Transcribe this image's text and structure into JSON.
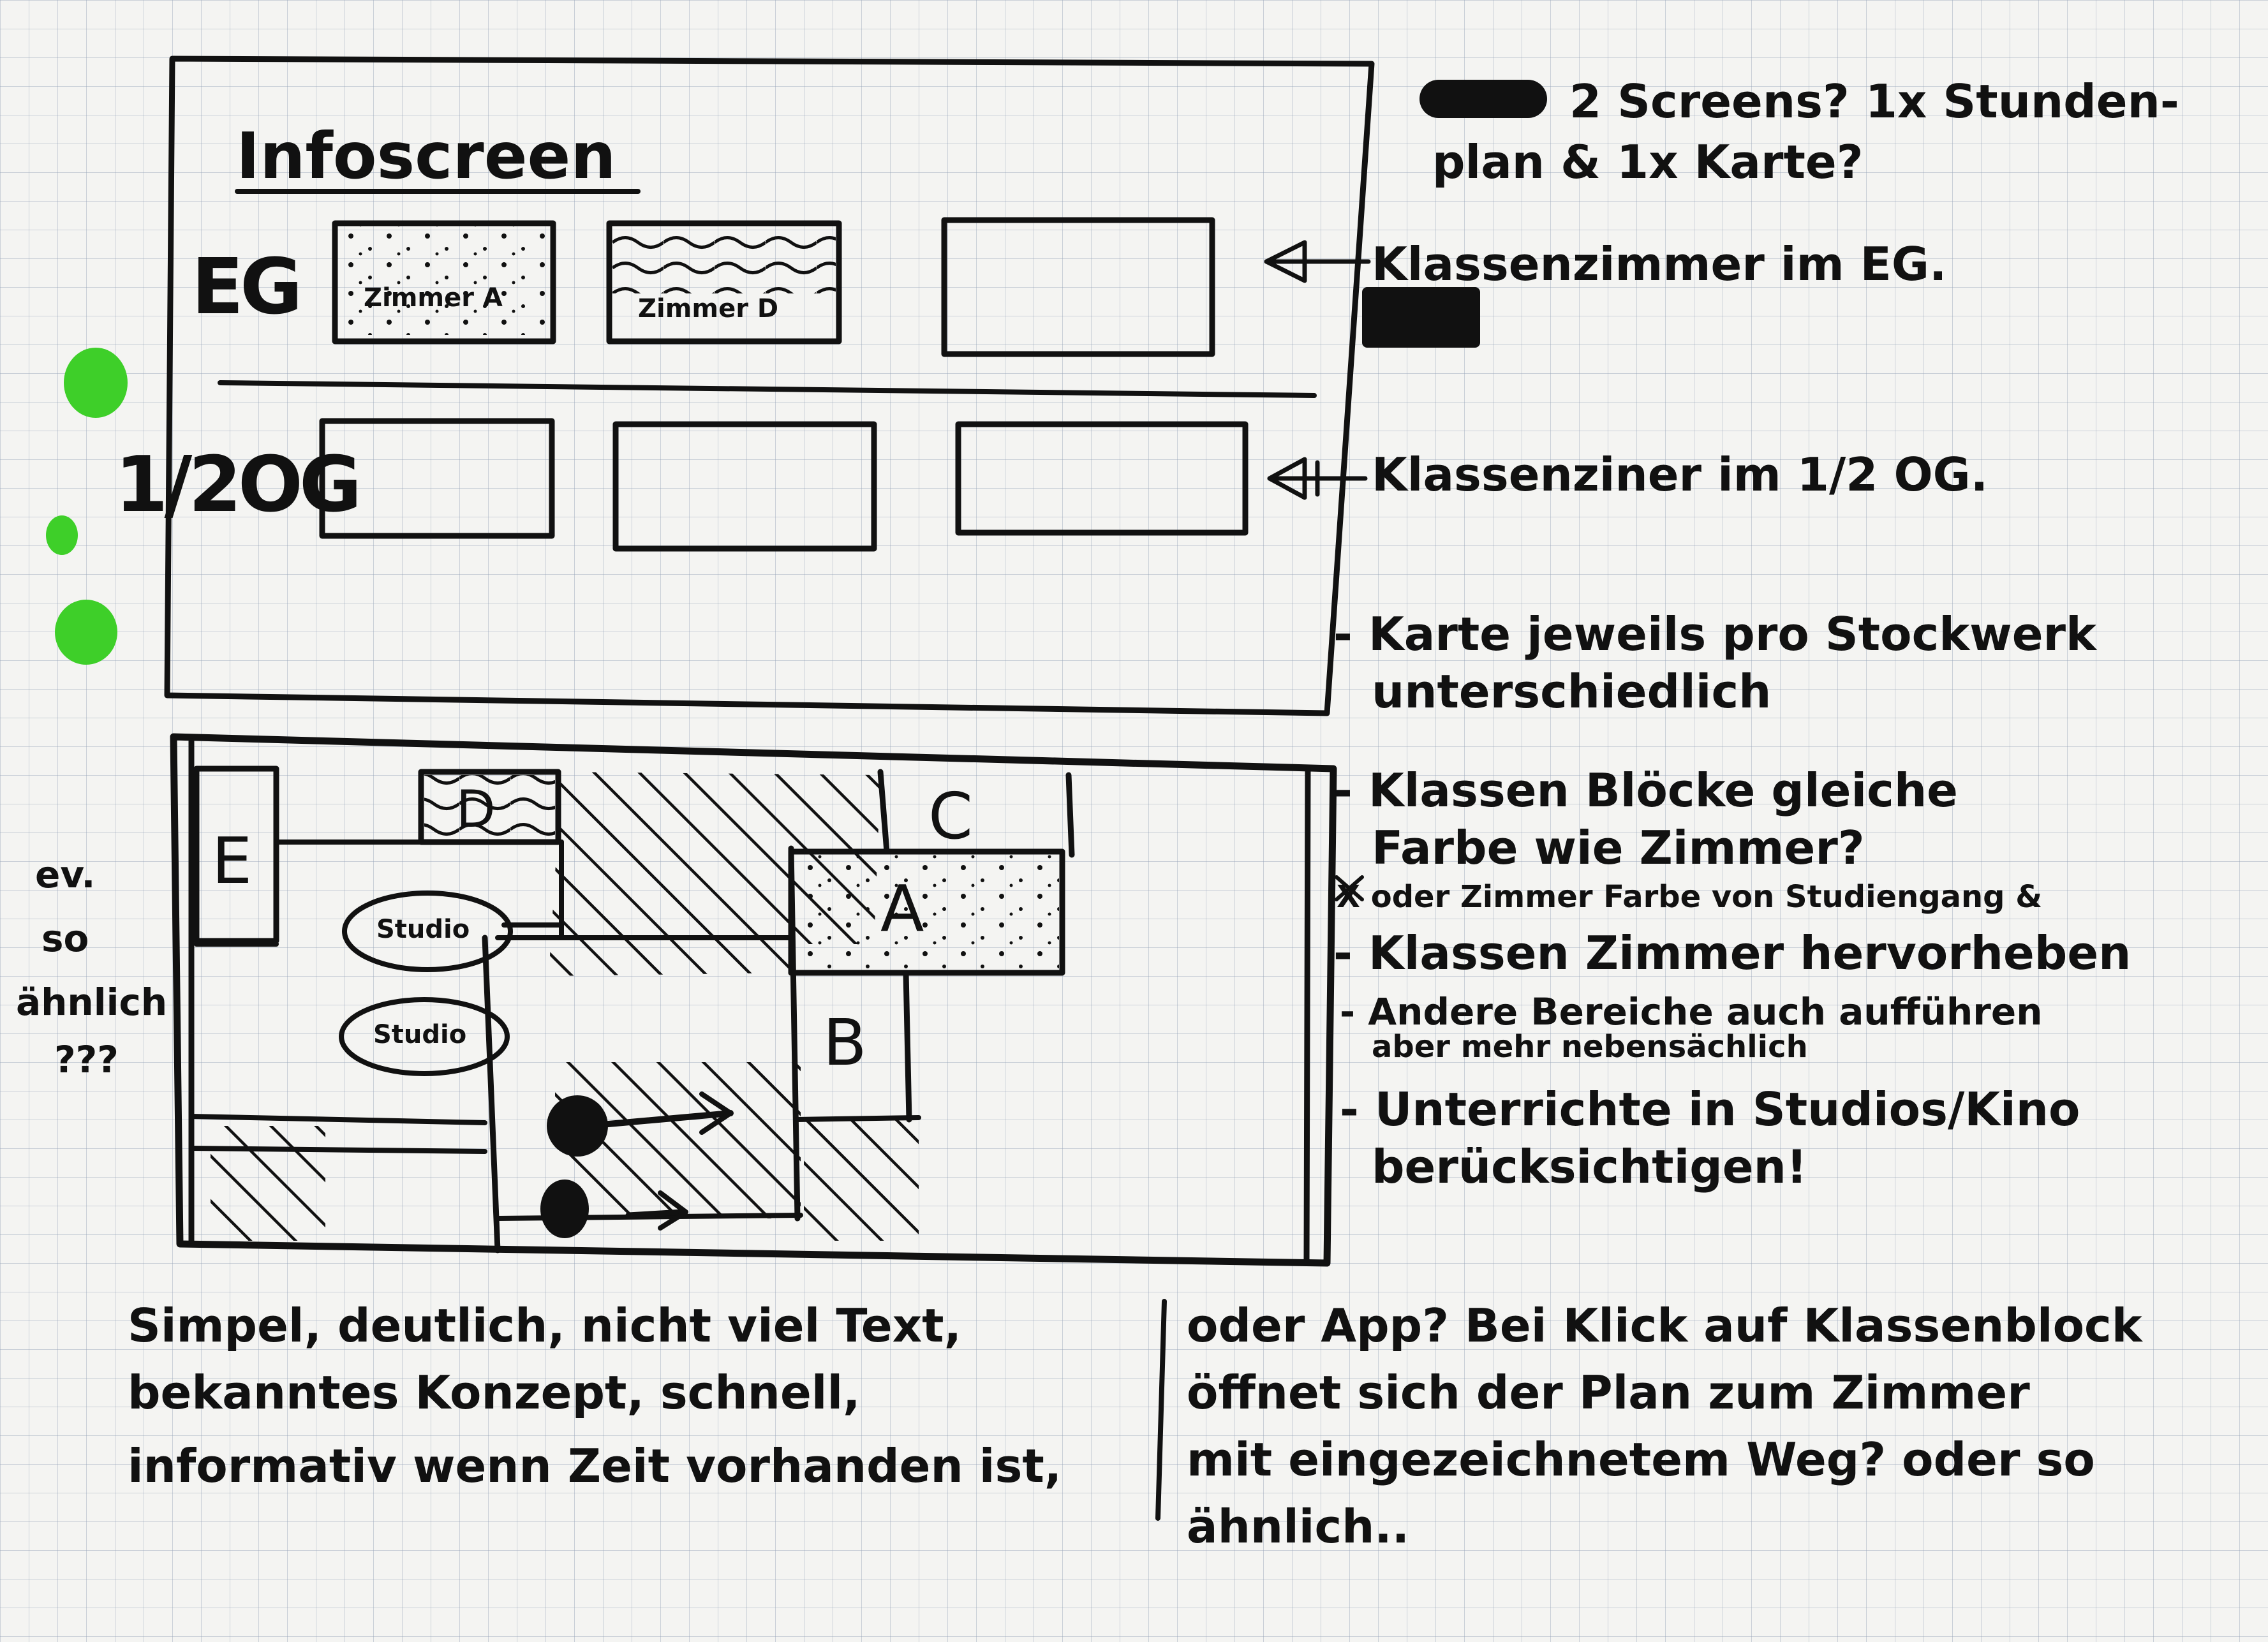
{
  "sketch": {
    "title": "Infoscreen",
    "floors": [
      {
        "label": "EG",
        "rooms": [
          "Zimmer A",
          "Zimmer D",
          ""
        ]
      },
      {
        "label": "1/2OG",
        "rooms": [
          "",
          "",
          ""
        ]
      }
    ],
    "map": {
      "rooms": {
        "e": "E",
        "d": "D",
        "c": "C",
        "a": "A",
        "b": "B"
      },
      "studios": [
        "Studio",
        "Studio"
      ]
    },
    "side_note": [
      "ev.",
      "so",
      "ähnlich",
      "???"
    ]
  },
  "notes": {
    "screens": [
      "2 Screens? 1x Stunden-",
      "plan & 1x Karte?"
    ],
    "eg": "Klassenzimmer im EG.",
    "og": "Klassenziner im 1/2 OG.",
    "bullets": [
      [
        "- Karte jeweils pro Stockwerk",
        "unterschiedlich"
      ],
      [
        "- Klassen Blöcke gleiche",
        "Farbe wie Zimmer?",
        "X oder Zimmer Farbe von Studiengang &"
      ],
      [
        "- Klassen Zimmer hervorheben"
      ],
      [
        "- Andere Bereiche auch aufführen",
        "aber mehr nebensächlich"
      ],
      [
        "- Unterrichte in Studios/Kino",
        "berücksichtigen!"
      ]
    ]
  },
  "bottom": {
    "left": [
      "Simpel, deutlich, nicht viel Text,",
      "bekanntes Konzept, schnell,",
      "informativ wenn Zeit vorhanden ist,"
    ],
    "right": [
      "oder App? Bei Klick auf Klassenblock",
      "öffnet sich der Plan zum Zimmer",
      "mit eingezeichnetem Weg? oder so",
      "ähnlich.."
    ]
  },
  "colors": {
    "ink": "#111111",
    "paper": "#f4f4f2",
    "grid": "#96a5b9",
    "highlighter": "#3ecf29"
  }
}
